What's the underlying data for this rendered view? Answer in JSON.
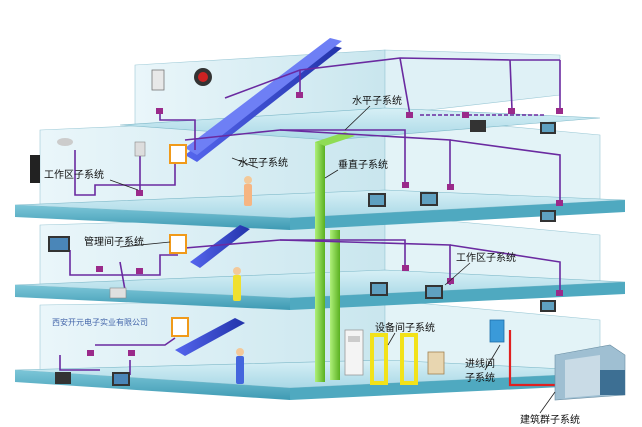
{
  "labels": {
    "horizontal_subsystem_1": "水平子系统",
    "horizontal_subsystem_2": "水平子系统",
    "vertical_subsystem": "垂直子系统",
    "work_area_subsystem_left": "工作区子系统",
    "work_area_subsystem_right": "工作区子系统",
    "management_subsystem": "管理间子系统",
    "equipment_room_subsystem": "设备间子系统",
    "admission_subsystem_line1": "进线间",
    "admission_subsystem_line2": "子系统",
    "building_group_subsystem": "建筑群子系统",
    "company_watermark": "西安开元电子实业有限公司"
  },
  "colors": {
    "floor_top": "#bfe6f0",
    "floor_front": "#5fb7cc",
    "wall": "#d8eef4",
    "horizontal_trunk": "#3344cc",
    "vertical_trunk": "#77cc33",
    "cable": "#6a2aa0",
    "outdoor_cable": "#e02020",
    "equipment_rack": "#f2e21a",
    "connector": "#9a2a8a"
  }
}
